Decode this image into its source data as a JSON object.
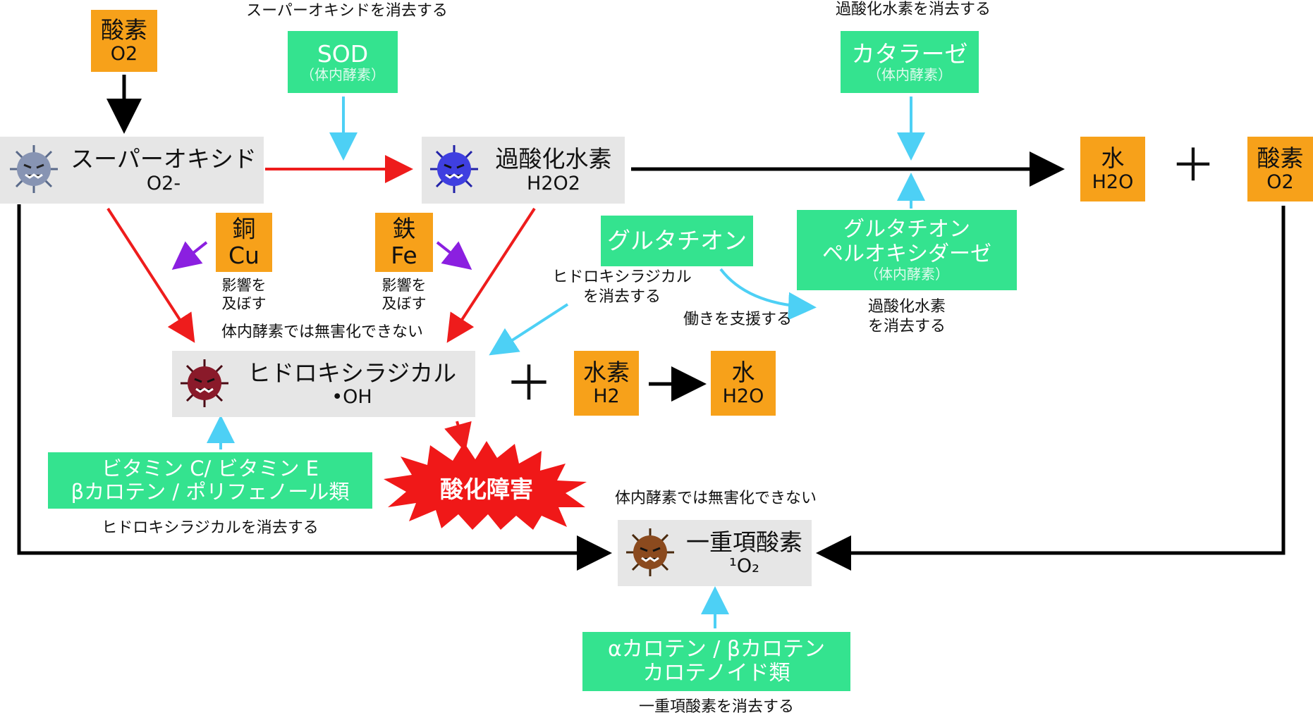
{
  "oxygen_top": {
    "name": "酸素",
    "formula": "O2"
  },
  "sod_caption": "スーパーオキシドを消去する",
  "sod": {
    "name": "SOD",
    "note": "（体内酵素）"
  },
  "catalase_caption": "過酸化水素を消去する",
  "catalase": {
    "name": "カタラーゼ",
    "note": "（体内酵素）"
  },
  "superoxide": {
    "name": "スーパーオキシド",
    "formula": "O2-"
  },
  "hydrogen_peroxide": {
    "name": "過酸化水素",
    "formula": "H2O2"
  },
  "water_right": {
    "name": "水",
    "formula": "H2O"
  },
  "plus": "＋",
  "oxygen_right": {
    "name": "酸素",
    "formula": "O2"
  },
  "copper": {
    "name": "銅",
    "symbol": "Cu",
    "caption": "影響を\n及ぼす"
  },
  "iron": {
    "name": "鉄",
    "symbol": "Fe",
    "caption": "影響を\n及ぼす"
  },
  "glutathione": {
    "name": "グルタチオン",
    "caption": "ヒドロキシラジカル\nを消去する",
    "support": "働きを支援する"
  },
  "gpx": {
    "name_line1": "グルタチオン",
    "name_line2": "ペルオキシダーゼ",
    "note": "（体内酵素）",
    "caption": "過酸化水素\nを消去する"
  },
  "cannot_neutralize_1": "体内酵素では無害化できない",
  "hydroxyl": {
    "name": "ヒドロキシラジカル",
    "formula": "•OH"
  },
  "hydrogen": {
    "name": "水素",
    "formula": "H2"
  },
  "water_mid": {
    "name": "水",
    "formula": "H2O"
  },
  "vitamins": {
    "line1": "ビタミン C/ ビタミン E",
    "line2": "βカロテン / ポリフェノール類",
    "caption": "ヒドロキシラジカルを消去する"
  },
  "damage": "酸化障害",
  "cannot_neutralize_2": "体内酵素では無害化できない",
  "singlet": {
    "name": "一重項酸素",
    "formula": "¹O₂"
  },
  "carotenes": {
    "line1": "αカロテン / βカロテン",
    "line2": "カロテノイド類",
    "caption": "一重項酸素を消去する"
  },
  "colors": {
    "orange": "#f7a11a",
    "green": "#34e38f",
    "gray": "#e6e6e6",
    "red": "#ee1c1c",
    "blue": "#4dd0f5",
    "purple": "#8b1fe0",
    "black": "#000000"
  },
  "icons": [
    "virus-gray-icon",
    "virus-blue-icon",
    "virus-maroon-icon",
    "virus-brown-icon",
    "explosion-burst-icon"
  ]
}
